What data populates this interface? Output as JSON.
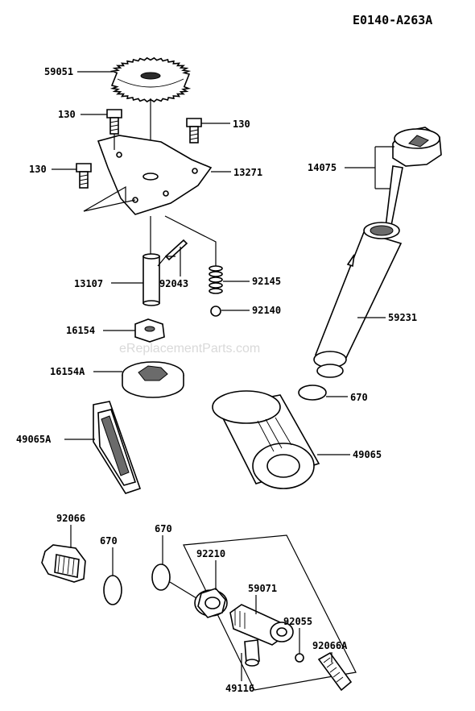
{
  "diagram_code": "E0140-A263A",
  "watermark": "eReplacementParts.com",
  "parts": {
    "p59051": "59051",
    "p130a": "130",
    "p130b": "130",
    "p130c": "130",
    "p13271": "13271",
    "p13107": "13107",
    "p92043": "92043",
    "p92145": "92145",
    "p92140": "92140",
    "p16154": "16154",
    "p16154A": "16154A",
    "p14075": "14075",
    "p59231": "59231",
    "p670a": "670",
    "p49065A": "49065A",
    "p49065": "49065",
    "p92066": "92066",
    "p670b": "670",
    "p670c": "670",
    "p92210": "92210",
    "p59071": "59071",
    "p92055": "92055",
    "p92066A": "92066A",
    "p49116": "49116"
  },
  "colors": {
    "ink": "#000000",
    "shade": "#6b6b6b",
    "watermark": "#d9d9d9"
  }
}
